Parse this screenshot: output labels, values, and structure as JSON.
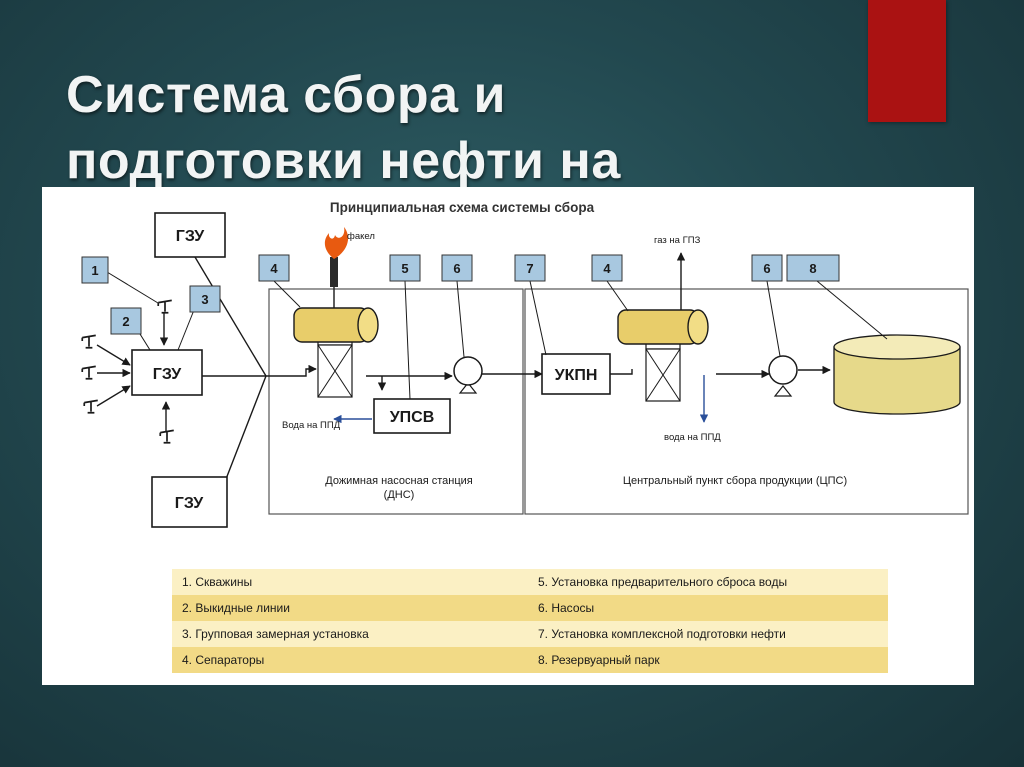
{
  "slide": {
    "title_line1": "Система сбора и",
    "title_line2": "подготовки нефти на"
  },
  "colors": {
    "background": "#22484f",
    "accent": "#aa1212",
    "title": "#f2f4f4",
    "callout_fill": "#a8c8e0",
    "separator_yellow": "#e8cd6a",
    "tank_yellow": "#e6d98a",
    "legend_light": "#fbf0c4",
    "legend_dark": "#f2da86",
    "flame": "#e85a10",
    "water_arrow": "#2a4f9a"
  },
  "diagram": {
    "heading": "Принципиальная схема системы сбора",
    "gzu_label": "ГЗУ",
    "upsv_label": "УПСВ",
    "ukpn_label": "УКПН",
    "flare_label": "факел",
    "gas_label": "газ на ГПЗ",
    "water_label": "Вода на ППД",
    "water_label_cps": "вода на ППД",
    "dns_caption_line1": "Дожимная насосная станция",
    "dns_caption_line2": "(ДНС)",
    "cps_caption": "Центральный пункт сбора продукции (ЦПС)",
    "callouts": [
      "1",
      "2",
      "3",
      "4",
      "5",
      "6",
      "7",
      "4",
      "6",
      "8"
    ]
  },
  "legend": {
    "left": [
      "1. Скважины",
      "2. Выкидные линии",
      "3. Групповая замерная установка",
      "4. Сепараторы"
    ],
    "right": [
      "5. Установка предварительного сброса воды",
      "6. Насосы",
      "7. Установка комплексной подготовки нефти",
      "8. Резервуарный парк"
    ]
  },
  "icons": [
    "well-icon",
    "flare-icon",
    "separator-icon",
    "pump-icon",
    "reservoir-tank-icon"
  ]
}
